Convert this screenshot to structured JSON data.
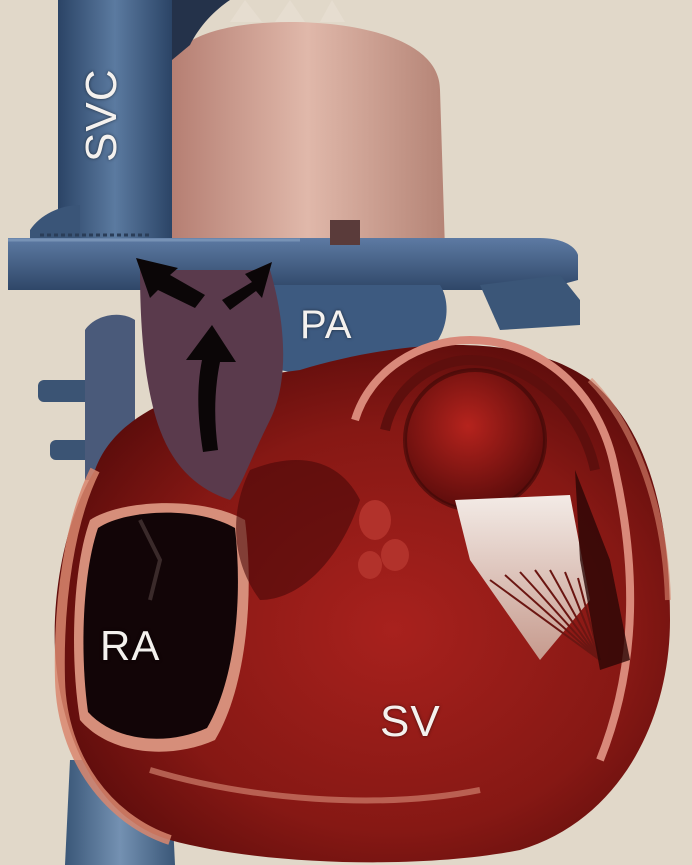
{
  "labels": {
    "svc": "SVC",
    "pa": "PA",
    "ra": "RA",
    "sv": "SV"
  },
  "colors": {
    "background": "#e6ddd0",
    "vein_blue": "#3d5a7e",
    "heart_red": "#8e1a1a",
    "chamber_dark": "#120507",
    "aorta_pink": "#c79a8c",
    "wall_pink": "#d48a78"
  }
}
